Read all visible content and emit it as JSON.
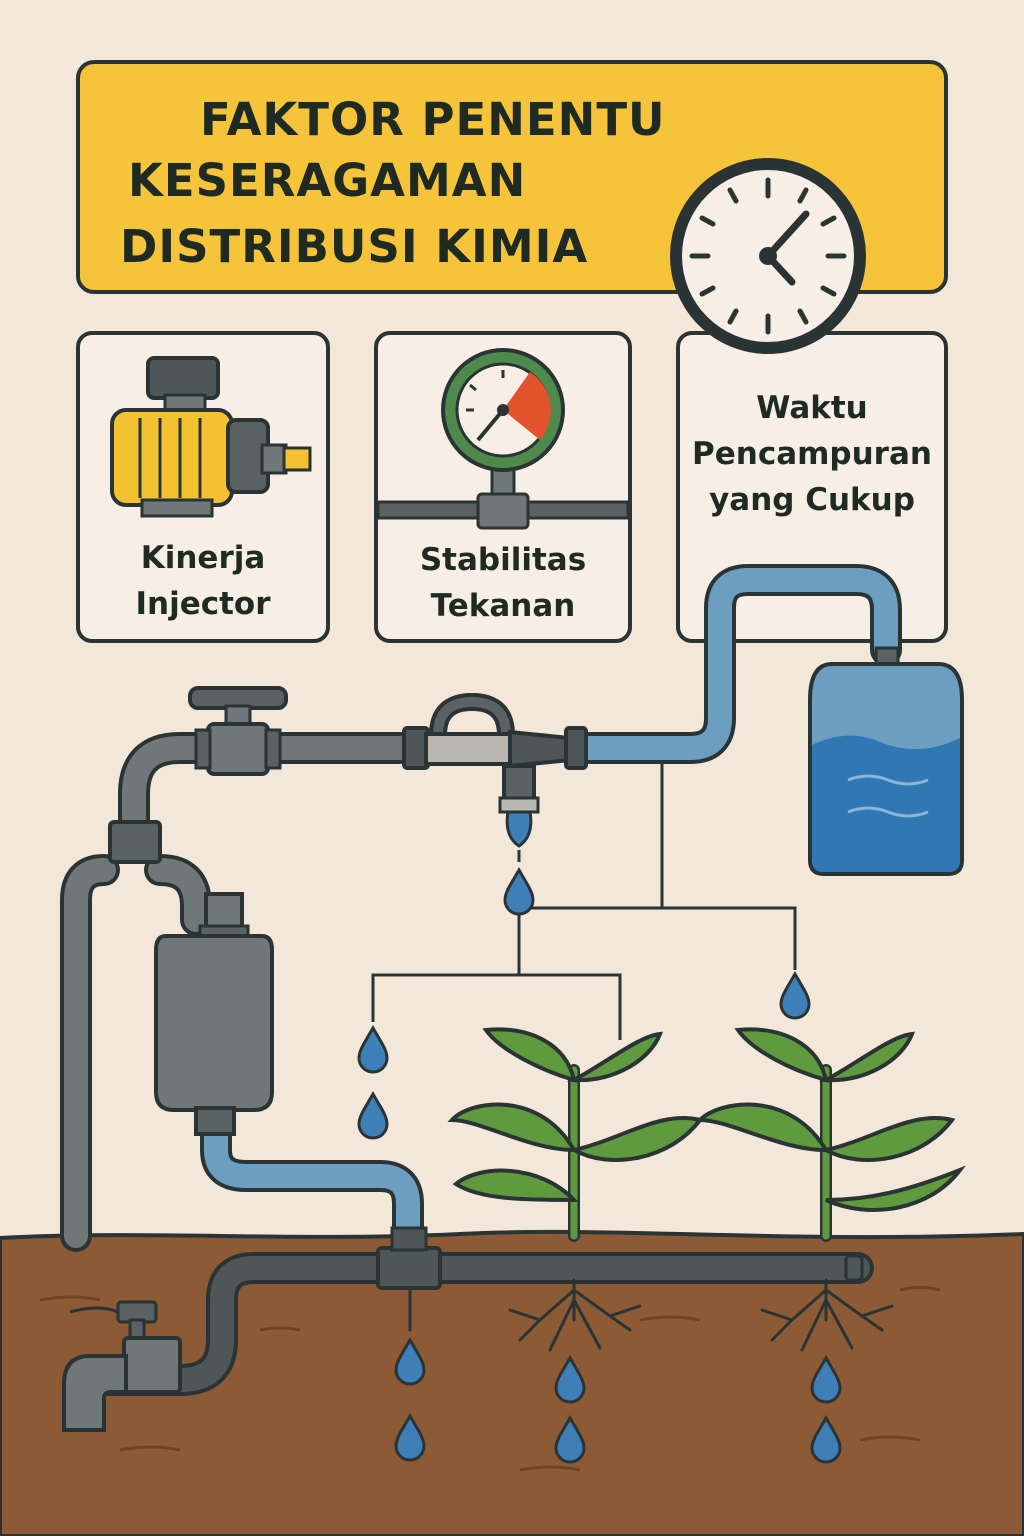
{
  "title": {
    "line1": "FAKTOR PENENTU",
    "line2": "KESERAGAMAN",
    "line3": "DISTRIBUSI KIMIA"
  },
  "factors": [
    {
      "line1": "Kinerja",
      "line2": "Injector",
      "icon": "pump-icon"
    },
    {
      "line1": "Stabilitas",
      "line2": "Tekanan",
      "icon": "pressure-gauge-icon"
    },
    {
      "line1": "Waktu",
      "line2": "Pencampuran",
      "line3": "yang Cukup",
      "icon": "clock-icon"
    }
  ],
  "colors": {
    "background": "#f3e7d9",
    "title_banner": "#f6c43b",
    "outline": "#2b3435",
    "pipe_gray": "#6f7779",
    "pipe_blue": "#6b9ec0",
    "water": "#3f7fb8",
    "leaf": "#5f9a3e",
    "soil": "#8c5a34",
    "pump_yellow": "#f2c230",
    "gauge_green": "#4e8a4c",
    "gauge_red": "#e2532d"
  }
}
